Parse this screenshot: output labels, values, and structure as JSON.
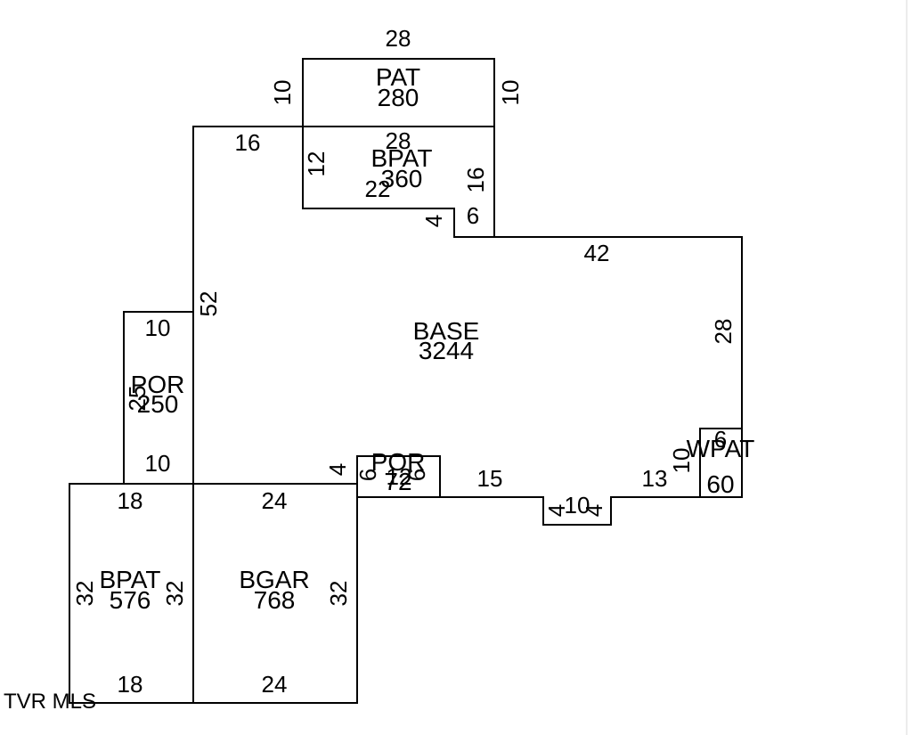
{
  "areas": {
    "pat": {
      "code": "PAT",
      "sqft": "280"
    },
    "bpat_top": {
      "code": "BPAT",
      "sqft": "360"
    },
    "base": {
      "code": "BASE",
      "sqft": "3244"
    },
    "por_left": {
      "code": "POR",
      "sqft": "250"
    },
    "por_small": {
      "code": "POR",
      "sqft": "72"
    },
    "wpat": {
      "code": "WPAT",
      "sqft": "60"
    },
    "bpat_bottom": {
      "code": "BPAT",
      "sqft": "576"
    },
    "bgar": {
      "code": "BGAR",
      "sqft": "768"
    }
  },
  "dimensions": {
    "pat_top": "28",
    "pat_left": "10",
    "pat_right": "10",
    "bpat_top_width": "28",
    "bpat_top_left": "12",
    "bpat_top_bottom": "22",
    "bpat_top_right": "16",
    "notch_4": "4",
    "notch_6": "6",
    "base_top_left": "16",
    "base_right_top": "42",
    "base_right_side": "28",
    "base_left_side": "52",
    "por_left_top": "10",
    "por_left_side": "25",
    "por_left_bottom": "10",
    "por_small_4": "4",
    "por_small_6": "6",
    "por_small_12": "12",
    "por_small_6b": "6",
    "bottom_15": "15",
    "bottom_notch_4a": "4",
    "bottom_notch_10": "10",
    "bottom_notch_4b": "4",
    "bottom_13": "13",
    "wpat_10": "10",
    "wpat_6": "6",
    "bpat_bottom_top": "18",
    "bpat_bottom_left": "32",
    "bpat_bottom_right": "32",
    "bpat_bottom_bottom": "18",
    "bgar_top": "24",
    "bgar_right": "32",
    "bgar_bottom": "24"
  },
  "watermark": "TVR MLS"
}
